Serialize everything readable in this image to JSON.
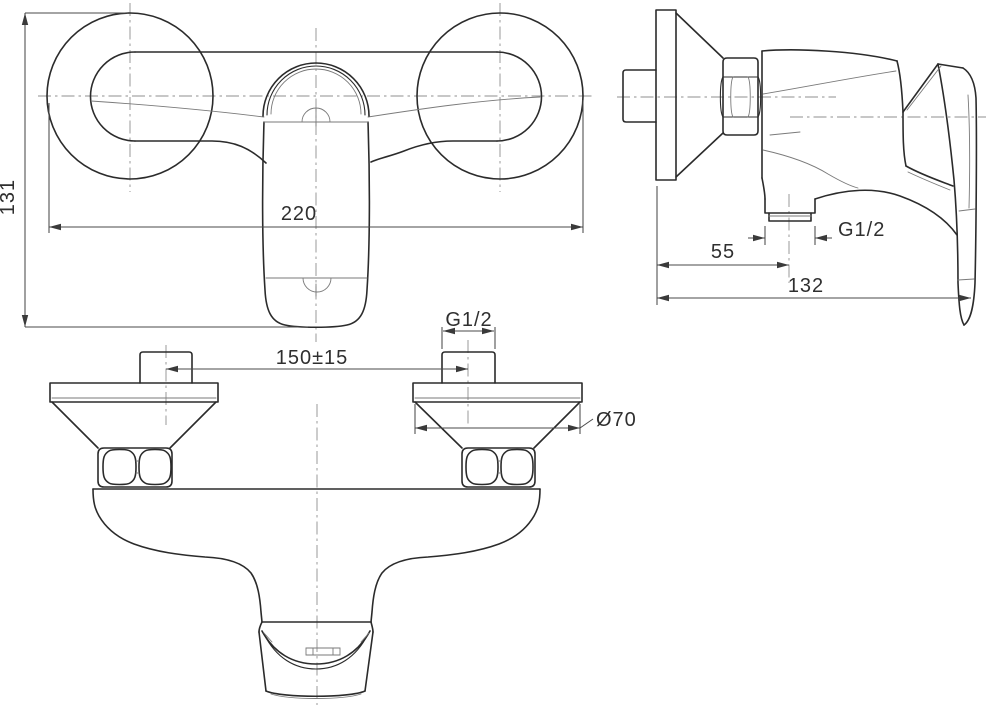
{
  "colors": {
    "background": "#ffffff",
    "outline": "#2b2b2b",
    "thin_line": "#7a7a7a",
    "centerline": "#8f8f8f",
    "dimension": "#4a4a4a",
    "text": "#2f2f2f"
  },
  "front_view": {
    "height_label": "131",
    "width_label": "220"
  },
  "side_view": {
    "outlet_thread_label": "G1/2",
    "outlet_offset_label": "55",
    "depth_label": "132"
  },
  "bottom_view": {
    "inlet_thread_label": "G1/2",
    "spacing_label": "150±15",
    "flange_diameter_label": "Ø70"
  }
}
